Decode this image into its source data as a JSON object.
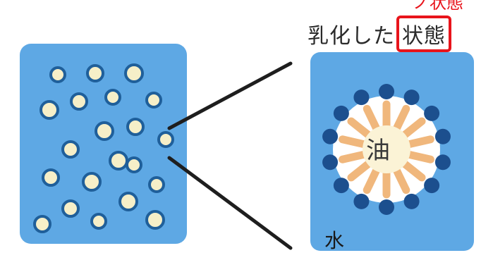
{
  "caption": {
    "prefix": "乳化した",
    "highlighted": "状態"
  },
  "top_partial_text": "ノ状態",
  "labels": {
    "oil": "油",
    "water": "水"
  },
  "colors": {
    "water_blue": "#5ea8e4",
    "droplet_cream": "#f6efc8",
    "droplet_ring": "#1f5f9a",
    "oil_core": "#fbf3d6",
    "tail_orange": "#f0b77c",
    "head_navy": "#1c4f8e",
    "highlight_red": "#e8141b",
    "ink": "#2a2a2a"
  }
}
